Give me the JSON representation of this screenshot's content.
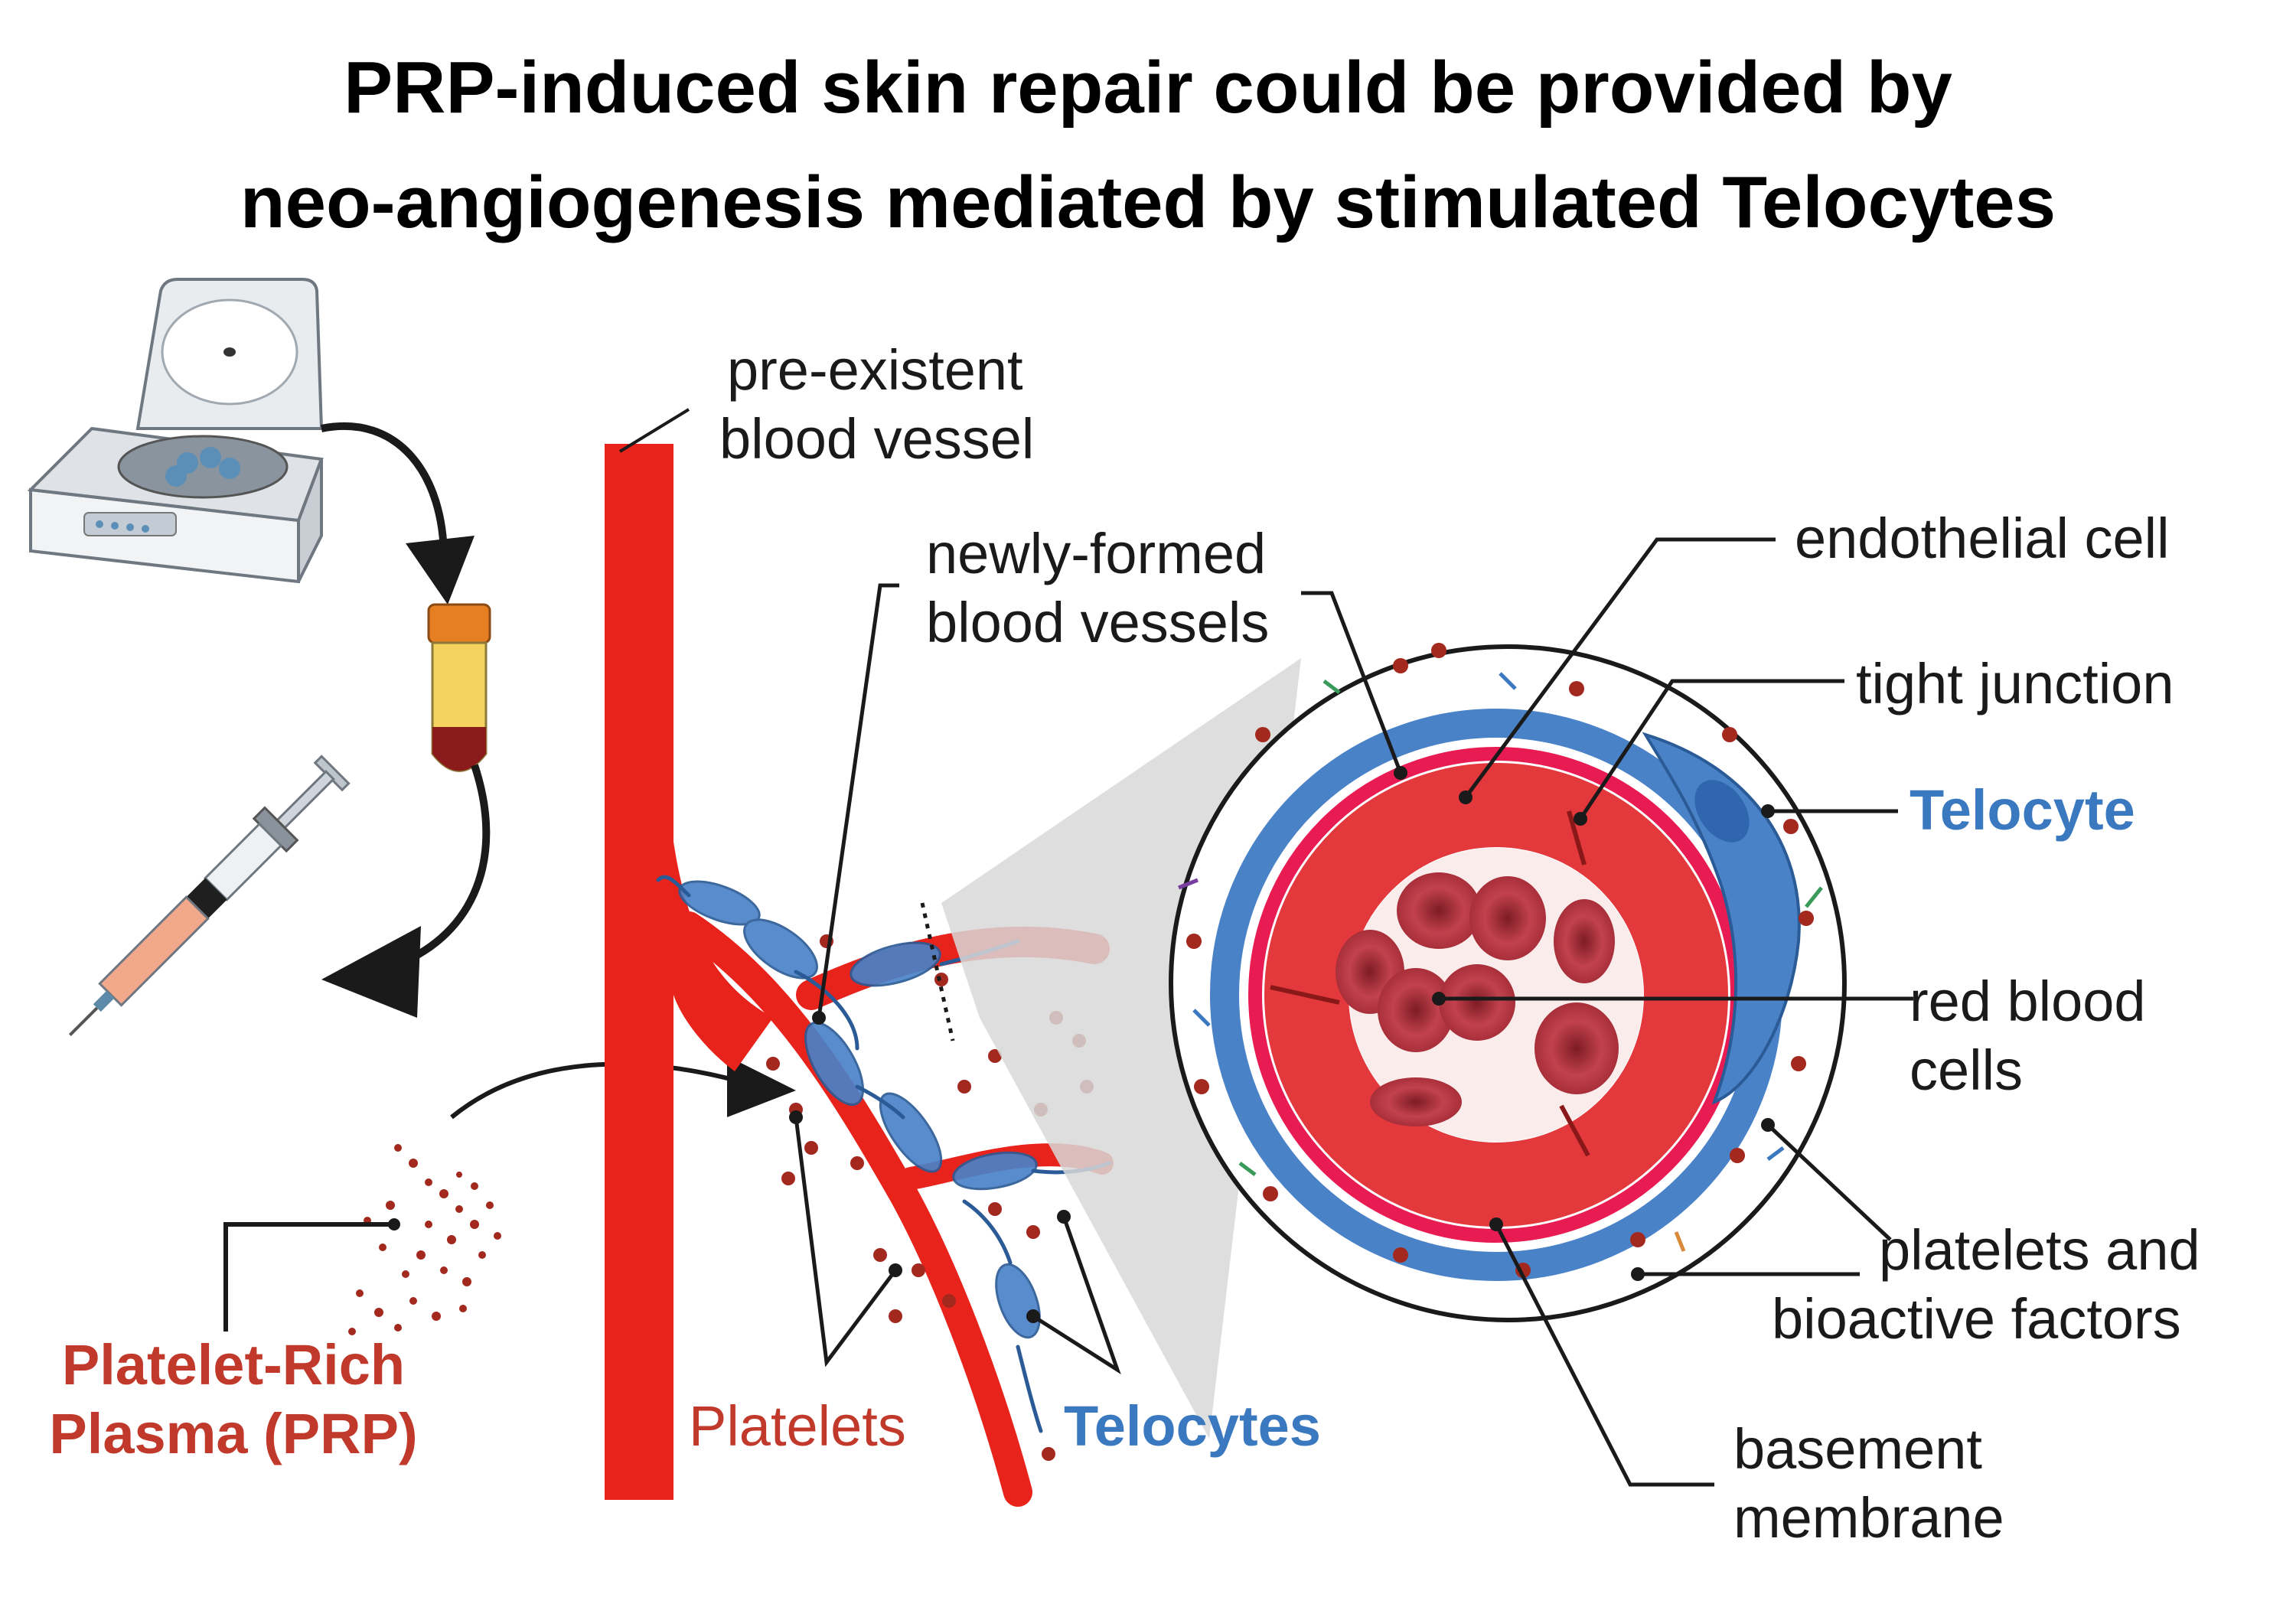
{
  "title": {
    "line1": "PRP-induced skin repair could be provided by",
    "line2": "neo-angiogenesis mediated by stimulated Telocytes"
  },
  "labels": {
    "pre_existent_1": "pre-existent",
    "pre_existent_2": "blood vessel",
    "newly_formed_1": "newly-formed",
    "newly_formed_2": "blood vessels",
    "prp_1": "Platelet-Rich",
    "prp_2": "Plasma (PRP)",
    "platelets": "Platelets",
    "telocytes": "Telocytes",
    "endothelial": "endothelial cell",
    "tight_junction": "tight junction",
    "telocyte": "Telocyte",
    "rbc_1": "red blood",
    "rbc_2": "cells",
    "factors_1": "platelets and",
    "factors_2": "bioactive factors",
    "basement_1": "basement",
    "basement_2": "membrane"
  },
  "colors": {
    "vessel_red": "#e8231c",
    "telocyte_blue": "#4a82c8",
    "prp_red": "#c0392b",
    "platelet_dark": "#a3281e"
  }
}
